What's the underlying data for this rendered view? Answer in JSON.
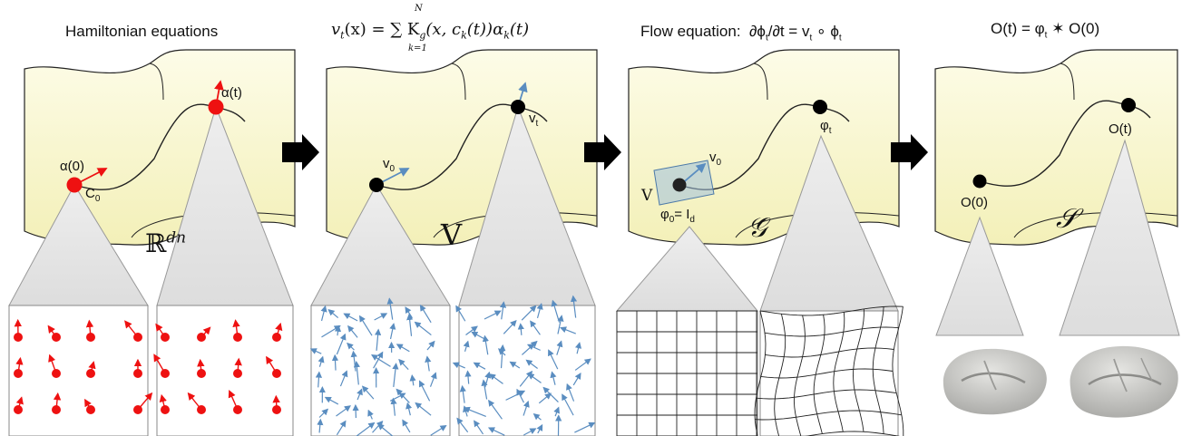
{
  "panels": [
    {
      "title": "Hamiltonian equations",
      "space_symbol": "ℝ",
      "space_superscript": "dn",
      "start_label": "α(0)",
      "start_sub_label": "C",
      "start_sub_label_index": "0",
      "end_label": "α(t)",
      "bottom_content": "red control points with momentum vectors"
    },
    {
      "title_lhs": "v",
      "title_lhs_sub": "t",
      "title_formula": "(x) = ∑ K",
      "title_formula_sub": "g",
      "title_formula_rest": "(x, c",
      "title_ck_sub": "k",
      "title_formula_rest2": "(t))α",
      "title_alpha_sub": "k",
      "title_formula_end": "(t)",
      "sum_lower": "k=1",
      "sum_upper": "N",
      "space_symbol": "V",
      "start_label": "v",
      "start_label_sub": "0",
      "end_label": "v",
      "end_label_sub": "t",
      "bottom_content": "dense velocity field arrows"
    },
    {
      "title_prefix": "Flow equation:",
      "title_eq": "∂ϕ",
      "title_eq_sub": "t",
      "title_eq_mid": "/∂t = v",
      "title_eq_sub2": "t",
      "title_eq_end": "∘ ϕ",
      "title_eq_sub3": "t",
      "space_symbol": "𝒢",
      "start_label": "φ",
      "start_label_sub": "0",
      "start_label_rest": "= I",
      "start_label_sub2": "d",
      "vector_label": "v",
      "vector_label_sub": "0",
      "frame_label": "V",
      "end_label": "φ",
      "end_label_sub": "t",
      "bottom_content": "regular grid and deformed grid"
    },
    {
      "title_a": "O(t) = φ",
      "title_sub": "t",
      "title_b": "✶ O(0)",
      "space_symbol": "𝒮",
      "start_label": "O(0)",
      "end_label": "O(t)",
      "bottom_content": "two brain hemisphere surfaces"
    }
  ],
  "colors": {
    "sheet_fill_top": "#fbf9dc",
    "sheet_fill_bottom": "#f3f0b8",
    "red_point": "#ee1111",
    "blue_arrow": "#5a8dc0",
    "cone_fill": "#e4e4e4",
    "arrow_fill": "#000000",
    "brain_fill": "#cfcfcd"
  }
}
